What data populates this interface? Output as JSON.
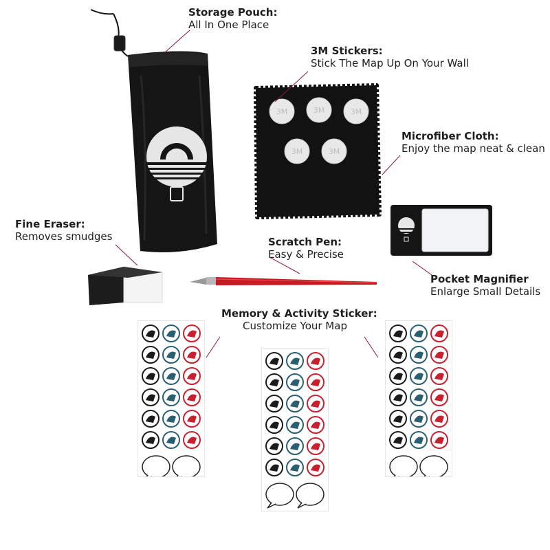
{
  "colors": {
    "accent_line": "#8b1a33",
    "pouch": "#141414",
    "sticker_black": "#1b1b1b",
    "sticker_teal": "#2a5f72",
    "sticker_red": "#c8202f",
    "pen_red": "#c71a22"
  },
  "items": {
    "storage_pouch": {
      "title": "Storage Pouch:",
      "subtitle": "All In One Place"
    },
    "stickers_3m": {
      "title": "3M Stickers:",
      "subtitle": "Stick The Map Up On Your Wall",
      "dot_text": "3M"
    },
    "microfiber_cloth": {
      "title": "Microfiber Cloth:",
      "subtitle": "Enjoy the map neat & clean"
    },
    "fine_eraser": {
      "title": "Fine Eraser:",
      "subtitle": "Removes smudges"
    },
    "scratch_pen": {
      "title": "Scratch Pen:",
      "subtitle": "Easy & Precise"
    },
    "pocket_magnifier": {
      "title": "Pocket Magnifier",
      "subtitle": "Enlarge Small Details"
    },
    "memory_sticker": {
      "title": "Memory & Activity Sticker:",
      "subtitle": "Customize Your Map"
    }
  },
  "icons": {
    "pouch_logo": "globe-pin-logo-icon",
    "sticker_sheet": "activity-sticker-icons",
    "speech_bubble": "speech-bubble-icon"
  }
}
